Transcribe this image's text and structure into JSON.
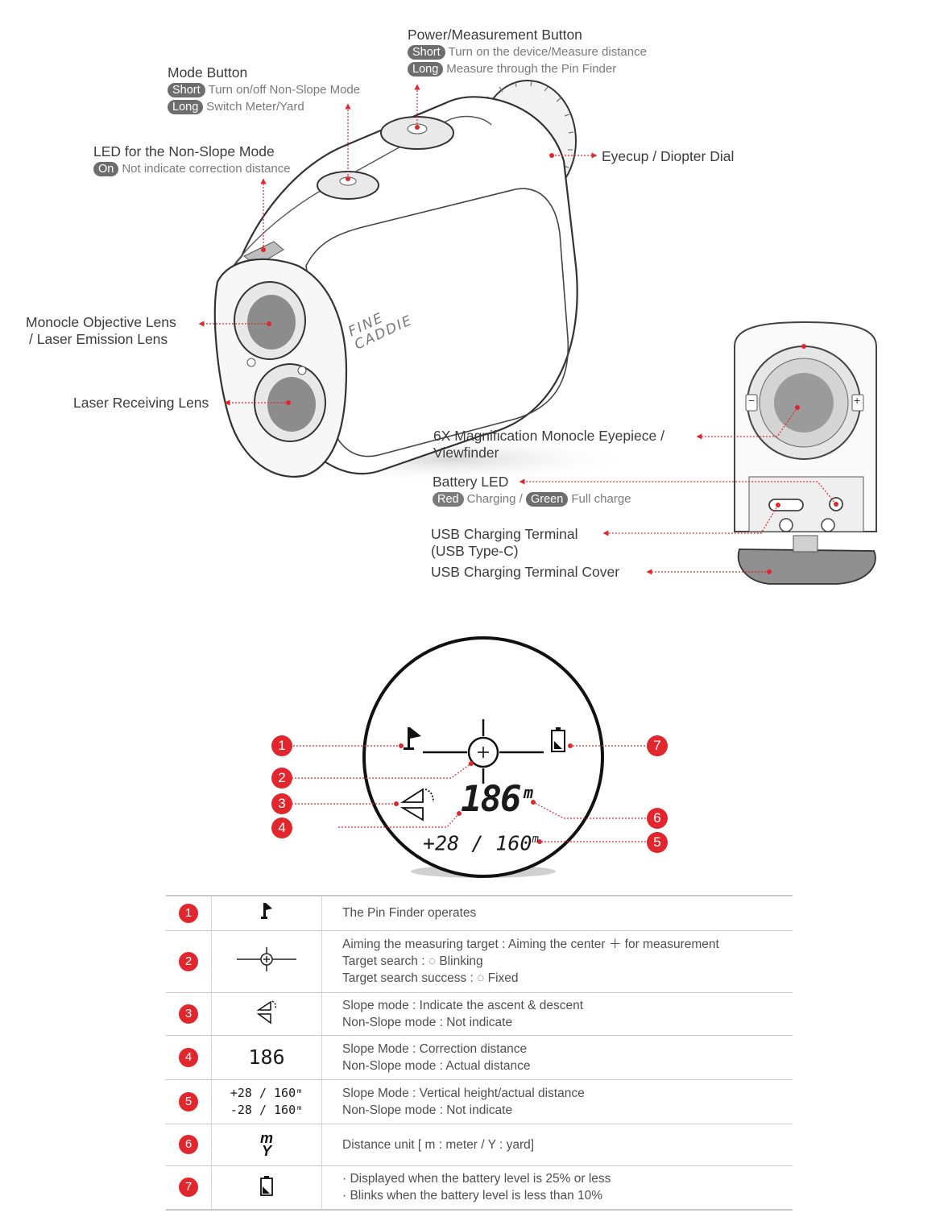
{
  "device": {
    "power_button": {
      "title": "Power/Measurement Button",
      "short_pill": "Short",
      "short_text": "Turn on the device/Measure distance",
      "long_pill": "Long",
      "long_text": "Measure through the Pin Finder"
    },
    "mode_button": {
      "title": "Mode Button",
      "short_pill": "Short",
      "short_text": "Turn on/off Non-Slope Mode",
      "long_pill": "Long",
      "long_text": "Switch Meter/Yard"
    },
    "led": {
      "title": "LED for the Non-Slope Mode",
      "on_pill": "On",
      "on_text": "Not indicate correction distance"
    },
    "eyecup": "Eyecup / Diopter Dial",
    "objective_lens_1": "Monocle Objective Lens",
    "objective_lens_2": "/ Laser Emission Lens",
    "receiving_lens": "Laser Receiving Lens",
    "eyepiece_1": "6X Magnification Monocle Eyepiece /",
    "eyepiece_2": "Viewfinder",
    "battery_led": {
      "title": "Battery LED",
      "red_pill": "Red",
      "red_text": "Charging /",
      "green_pill": "Green",
      "green_text": "Full charge"
    },
    "usb_terminal_1": "USB Charging Terminal",
    "usb_terminal_2": "(USB Type-C)",
    "usb_cover": "USB Charging Terminal Cover",
    "brand_1": "FINE",
    "brand_2": "CADDIE",
    "minus_sign": "−",
    "plus_sign": "+"
  },
  "viewfinder": {
    "distance": "186",
    "distance_unit": "m",
    "sub_line": "+28 / 160",
    "sub_unit": "m",
    "markers": [
      "1",
      "2",
      "3",
      "4",
      "5",
      "6",
      "7"
    ]
  },
  "legend": [
    {
      "num": "1",
      "icon": "flag-icon",
      "lines": [
        "The Pin Finder operates"
      ]
    },
    {
      "num": "2",
      "icon": "crosshair-icon",
      "lines": [
        "Aiming the measuring target : Aiming the center ＋ for measurement",
        "Target search : ◌ Blinking",
        "Target search success : ◌ Fixed"
      ]
    },
    {
      "num": "3",
      "icon": "slope-icon",
      "lines": [
        "Slope mode : Indicate the ascent & descent",
        "Non-Slope mode : Not indicate"
      ]
    },
    {
      "num": "4",
      "icon_text": "186",
      "lines": [
        "Slope Mode : Correction distance",
        "Non-Slope mode : Actual distance"
      ]
    },
    {
      "num": "5",
      "icon_text_1": "+28 / 160ᵐ",
      "icon_text_2": "-28 / 160ᵐ",
      "lines": [
        "Slope Mode : Vertical height/actual distance",
        "Non-Slope mode : Not indicate"
      ]
    },
    {
      "num": "6",
      "icon_text_1": "m",
      "icon_text_2": "Y",
      "lines": [
        "Distance unit [ m : meter / Y : yard]"
      ]
    },
    {
      "num": "7",
      "icon": "battery-icon",
      "lines": [
        "· Displayed when the battery level is 25% or less",
        "· Blinks when the battery level is less than 10%"
      ]
    }
  ]
}
